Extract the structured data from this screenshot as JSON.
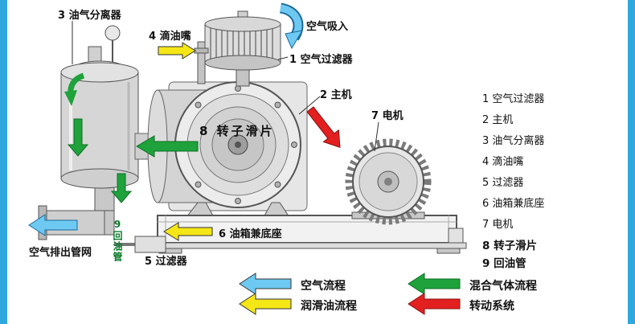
{
  "frame": {
    "accent_color": "#2FA8DD"
  },
  "colors": {
    "air": "#6EC9F2",
    "oil": "#F5E616",
    "mixed": "#1FA23B",
    "rotation": "#E32020"
  },
  "diagram_labels": {
    "separator": "3 油气分离器",
    "dripper": "4 滴油嘴",
    "air_intake": "空气吸入",
    "air_filter": "1 空气过滤器",
    "main_unit": "2 主机",
    "motor": "7 电机",
    "rotor_vane": "8 转子滑片",
    "oil_tank_base": "6 油箱兼底座",
    "filter": "5 过滤器",
    "oil_return_pipe": "9回油管",
    "air_discharge": "空气排出管网"
  },
  "parts_list": [
    "1 空气过滤器",
    "2 主机",
    "3 油气分离器",
    "4 滴油嘴",
    "5 过滤器",
    "6 油箱兼底座",
    "7 电机",
    "8 转子滑片",
    "9 回油管"
  ],
  "legend": [
    {
      "label": "空气流程",
      "color": "#6EC9F2"
    },
    {
      "label": "润滑油流程",
      "color": "#F5E616"
    },
    {
      "label": "混合气体流程",
      "color": "#1FA23B"
    },
    {
      "label": "转动系统",
      "color": "#E32020"
    }
  ]
}
